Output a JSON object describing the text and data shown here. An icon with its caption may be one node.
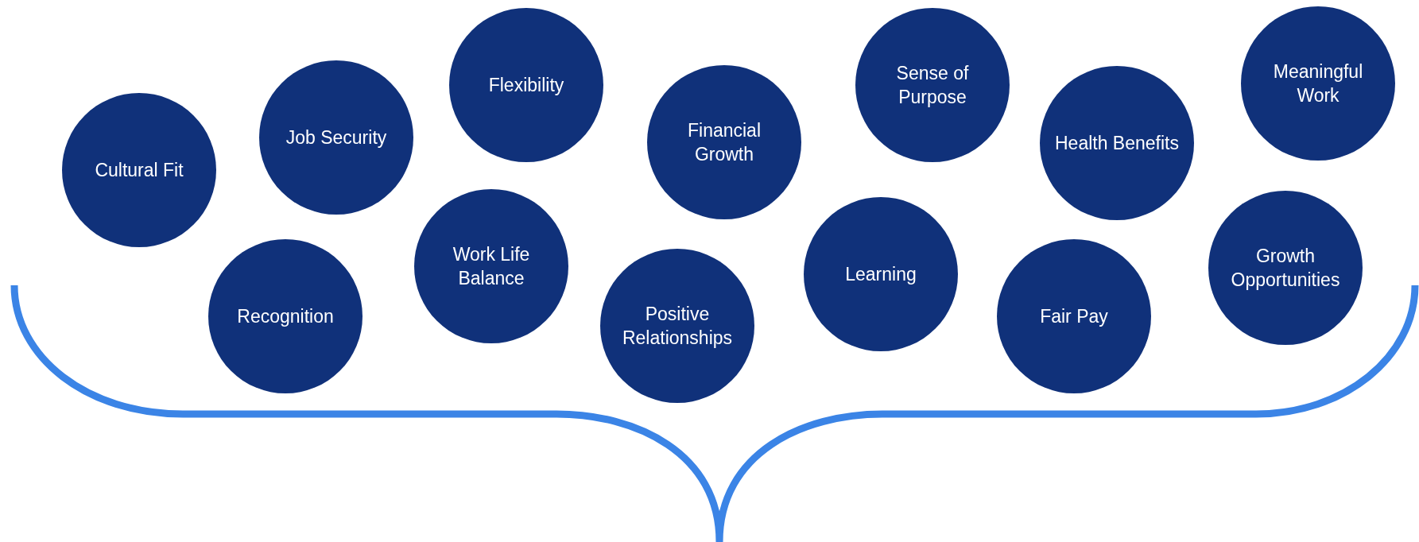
{
  "diagram": {
    "nodes": [
      {
        "text": [
          "Cultural Fit"
        ]
      },
      {
        "text": [
          "Job Security"
        ]
      },
      {
        "text": [
          "Flexibility"
        ]
      },
      {
        "text": [
          "Financial Growth"
        ]
      },
      {
        "text": [
          "Sense of Purpose"
        ]
      },
      {
        "text": [
          "Health Benefits"
        ]
      },
      {
        "text": [
          "Meaningful Work"
        ]
      },
      {
        "text": [
          "Recognition"
        ]
      },
      {
        "text": [
          "Work Life Balance"
        ]
      },
      {
        "text": [
          "Positive Relationships"
        ]
      },
      {
        "text": [
          "Learning"
        ]
      },
      {
        "text": [
          "Fair Pay"
        ]
      },
      {
        "text": [
          "Growth Opportunities"
        ]
      }
    ],
    "edges": []
  }
}
